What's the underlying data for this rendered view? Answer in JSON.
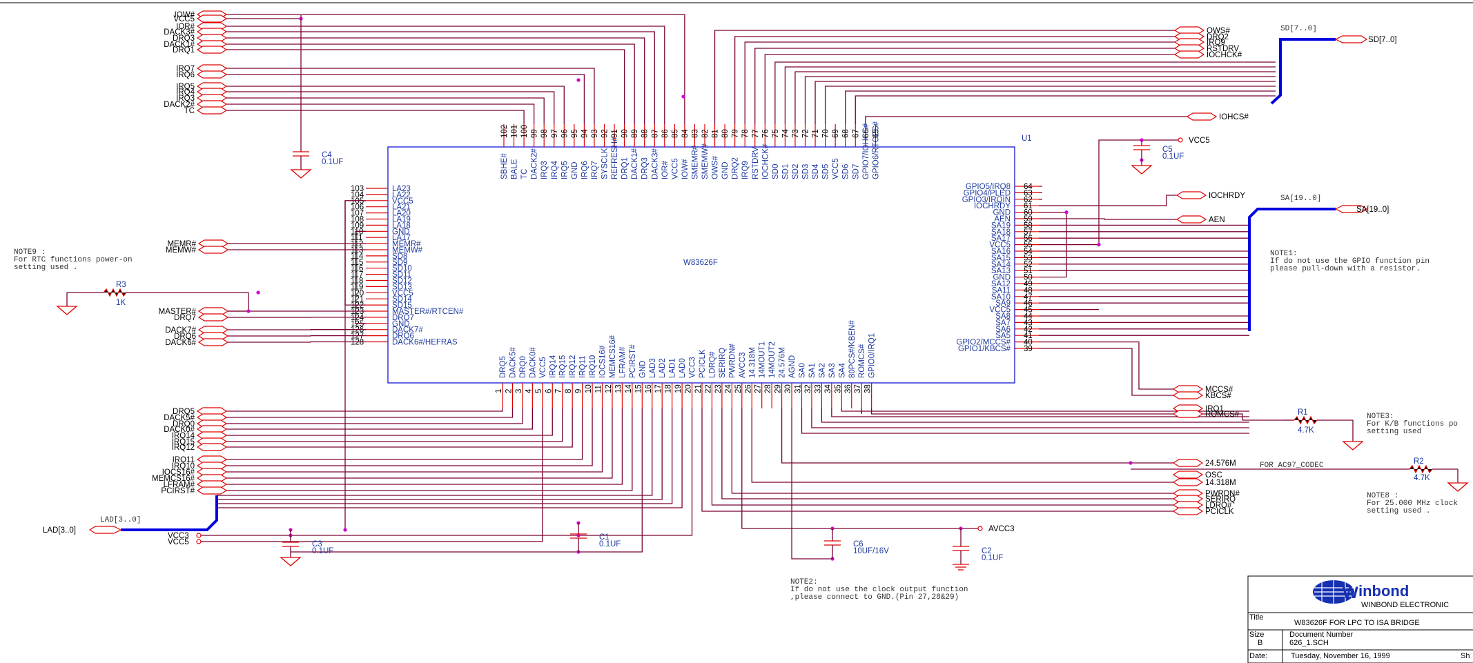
{
  "chip": {
    "ref": "U1",
    "name": "W83626F"
  },
  "left_ports": [
    "IOW#",
    "VCC5",
    "IOR#",
    "DACK3#",
    "DRQ3",
    "DACK1#",
    "DRQ1",
    "IRQ7",
    "IRQ6",
    "IRQ5",
    "IRQ4",
    "IRQ3",
    "DACK2#",
    "TC"
  ],
  "mid_left_ports": [
    "MEMR#",
    "MEMW#",
    "MASTER#",
    "DRQ7",
    "DACK7#",
    "DRQ6",
    "DACK6#"
  ],
  "lower_left_ports": [
    "DRQ5",
    "DACK5#",
    "DRQ0",
    "DACK0#",
    "IRQ14",
    "IRQ15",
    "IRQ12",
    "IRQ11",
    "IRQ10",
    "IOCS16#",
    "MEMCS16#",
    "LFRAM#",
    "PCIRST#"
  ],
  "bottom_left": {
    "bus": "LAD[3..0]",
    "bus_tag": "LAD[3..0]",
    "vcc3": "VCC3",
    "vcc5": "VCC5"
  },
  "right_top_ports": [
    "OWS#",
    "DRQ2",
    "IRQ9",
    "RSTDRV",
    "IOCHCK#"
  ],
  "right_other_ports": {
    "iohcs": "IOHCS#",
    "iochrdy": "IOCHRDY",
    "aen": "AEN",
    "sd_bus": "SD[7..0]",
    "sd_tag": "SD[7..0]",
    "sa_bus": "SA[19..0]",
    "sa_tag": "SA[19..0]",
    "vcc5": "VCC5",
    "avcc3": "AVCC3"
  },
  "right_lower_ports": [
    "MCCS#",
    "KBCS#",
    "IRQ1",
    "ROMCS#",
    "24.576M",
    "OSC",
    "14.318M",
    "PWRDN#",
    "SERIRQ",
    "LDRQ#",
    "PCICLK"
  ],
  "codec_label": "FOR AC97_CODEC",
  "left_pins": [
    {
      "n": "103",
      "s": "LA23"
    },
    {
      "n": "104",
      "s": "LA22"
    },
    {
      "n": "105",
      "s": "VCC5"
    },
    {
      "n": "106",
      "s": "LA21"
    },
    {
      "n": "107",
      "s": "LA20"
    },
    {
      "n": "108",
      "s": "LA19"
    },
    {
      "n": "109",
      "s": "LA18"
    },
    {
      "n": "110",
      "s": "GND"
    },
    {
      "n": "111",
      "s": "LA17"
    },
    {
      "n": "112",
      "s": "MEMR#"
    },
    {
      "n": "113",
      "s": "MEMW#"
    },
    {
      "n": "114",
      "s": "SD8"
    },
    {
      "n": "115",
      "s": "SD9"
    },
    {
      "n": "116",
      "s": "SD10"
    },
    {
      "n": "117",
      "s": "SD11"
    },
    {
      "n": "118",
      "s": "SD12"
    },
    {
      "n": "119",
      "s": "SD13"
    },
    {
      "n": "120",
      "s": "VCC5"
    },
    {
      "n": "121",
      "s": "SD14"
    },
    {
      "n": "122",
      "s": "SD15"
    },
    {
      "n": "123",
      "s": "MASTER#/RTCEN#"
    },
    {
      "n": "124",
      "s": "DRQ7"
    },
    {
      "n": "125",
      "s": "GND"
    },
    {
      "n": "126",
      "s": "DACK7#"
    },
    {
      "n": "127",
      "s": "DRQ6"
    },
    {
      "n": "128",
      "s": "DACK6#/HEFRAS"
    }
  ],
  "right_pins": [
    {
      "n": "64",
      "s": "GPIO5/IRQ8"
    },
    {
      "n": "63",
      "s": "GPIO4/PLED"
    },
    {
      "n": "62",
      "s": "GPIO3/IRQIN"
    },
    {
      "n": "61",
      "s": "IOCHRDY"
    },
    {
      "n": "60",
      "s": "GND"
    },
    {
      "n": "59",
      "s": "AEN"
    },
    {
      "n": "58",
      "s": "SA19"
    },
    {
      "n": "57",
      "s": "SA18"
    },
    {
      "n": "56",
      "s": "SA17"
    },
    {
      "n": "55",
      "s": "VCC5"
    },
    {
      "n": "54",
      "s": "SA16"
    },
    {
      "n": "53",
      "s": "SA15"
    },
    {
      "n": "52",
      "s": "SA14"
    },
    {
      "n": "51",
      "s": "SA13"
    },
    {
      "n": "50",
      "s": "GND"
    },
    {
      "n": "49",
      "s": "SA12"
    },
    {
      "n": "48",
      "s": "SA11"
    },
    {
      "n": "47",
      "s": "SA10"
    },
    {
      "n": "46",
      "s": "SA9"
    },
    {
      "n": "45",
      "s": "VCC5"
    },
    {
      "n": "44",
      "s": "SA8"
    },
    {
      "n": "43",
      "s": "SA7"
    },
    {
      "n": "42",
      "s": "SA6"
    },
    {
      "n": "41",
      "s": "SA5"
    },
    {
      "n": "40",
      "s": "GPIO2/MCCS#"
    },
    {
      "n": "39",
      "s": "GPIO1/KBCS#"
    }
  ],
  "top_pins": [
    {
      "n": "102",
      "s": "SBHE#"
    },
    {
      "n": "101",
      "s": "BALE"
    },
    {
      "n": "100",
      "s": "TC"
    },
    {
      "n": "99",
      "s": "DACK2#"
    },
    {
      "n": "98",
      "s": "IRQ3"
    },
    {
      "n": "97",
      "s": "IRQ4"
    },
    {
      "n": "96",
      "s": "IRQ5"
    },
    {
      "n": "95",
      "s": "GND"
    },
    {
      "n": "94",
      "s": "IRQ6"
    },
    {
      "n": "93",
      "s": "IRQ7"
    },
    {
      "n": "92",
      "s": "SYSCLK"
    },
    {
      "n": "91",
      "s": "REFRESH#"
    },
    {
      "n": "90",
      "s": "DRQ1"
    },
    {
      "n": "89",
      "s": "DACK1#"
    },
    {
      "n": "88",
      "s": "DRQ3"
    },
    {
      "n": "87",
      "s": "DACK3#"
    },
    {
      "n": "86",
      "s": "IOR#"
    },
    {
      "n": "85",
      "s": "VCC5"
    },
    {
      "n": "84",
      "s": "IOW#"
    },
    {
      "n": "83",
      "s": "SMEMR#"
    },
    {
      "n": "82",
      "s": "SMEMW#"
    },
    {
      "n": "81",
      "s": "OWS#"
    },
    {
      "n": "80",
      "s": "GND"
    },
    {
      "n": "79",
      "s": "DRQ2"
    },
    {
      "n": "78",
      "s": "IRQ9"
    },
    {
      "n": "77",
      "s": "RSTDRV"
    },
    {
      "n": "76",
      "s": "IOCHCK#"
    },
    {
      "n": "75",
      "s": "SD0"
    },
    {
      "n": "74",
      "s": "SD1"
    },
    {
      "n": "73",
      "s": "SD2"
    },
    {
      "n": "72",
      "s": "SD3"
    },
    {
      "n": "71",
      "s": "SD4"
    },
    {
      "n": "70",
      "s": "SD5"
    },
    {
      "n": "69",
      "s": "VCC5"
    },
    {
      "n": "68",
      "s": "SD6"
    },
    {
      "n": "67",
      "s": "SD7"
    },
    {
      "n": "66",
      "s": "GPIO7/IOHCS#"
    },
    {
      "n": "65",
      "s": "GPIO6/RTCCS#"
    }
  ],
  "bottom_pins": [
    {
      "n": "1",
      "s": "DRQ5"
    },
    {
      "n": "2",
      "s": "DACK5#"
    },
    {
      "n": "3",
      "s": "DRQ0"
    },
    {
      "n": "4",
      "s": "DACK0#"
    },
    {
      "n": "5",
      "s": "VCC5"
    },
    {
      "n": "6",
      "s": "IRQ14"
    },
    {
      "n": "7",
      "s": "IRQ15"
    },
    {
      "n": "8",
      "s": "IRQ12"
    },
    {
      "n": "9",
      "s": "IRQ11"
    },
    {
      "n": "10",
      "s": "IRQ10"
    },
    {
      "n": "11",
      "s": "IOCS16#"
    },
    {
      "n": "12",
      "s": "MEMCS16#"
    },
    {
      "n": "13",
      "s": "LFRAM#"
    },
    {
      "n": "14",
      "s": "PCIRST#"
    },
    {
      "n": "15",
      "s": "GND"
    },
    {
      "n": "16",
      "s": "LAD3"
    },
    {
      "n": "17",
      "s": "LAD2"
    },
    {
      "n": "18",
      "s": "LAD1"
    },
    {
      "n": "19",
      "s": "LAD0"
    },
    {
      "n": "20",
      "s": "VCC3"
    },
    {
      "n": "21",
      "s": "PCICLK"
    },
    {
      "n": "22",
      "s": "LDRQ#"
    },
    {
      "n": "23",
      "s": "SERIRQ"
    },
    {
      "n": "24",
      "s": "PWRDN#"
    },
    {
      "n": "25",
      "s": "AVCC3"
    },
    {
      "n": "26",
      "s": "14.318M"
    },
    {
      "n": "27",
      "s": "14MOUT1"
    },
    {
      "n": "28",
      "s": "14MOUT2"
    },
    {
      "n": "29",
      "s": "24.576M"
    },
    {
      "n": "30",
      "s": "AGND"
    },
    {
      "n": "31",
      "s": "SA0"
    },
    {
      "n": "32",
      "s": "SA1"
    },
    {
      "n": "33",
      "s": "SA2"
    },
    {
      "n": "34",
      "s": "SA3"
    },
    {
      "n": "35",
      "s": "SA4"
    },
    {
      "n": "36",
      "s": "80PCS#/KBEN#"
    },
    {
      "n": "37",
      "s": "ROMCS#"
    },
    {
      "n": "38",
      "s": "GPIO0/IRQ1"
    }
  ],
  "components": {
    "c4": {
      "ref": "C4",
      "val": "0.1UF"
    },
    "c5": {
      "ref": "C5",
      "val": "0.1UF"
    },
    "c3": {
      "ref": "C3",
      "val": "0.1UF"
    },
    "c1": {
      "ref": "C1",
      "val": "0.1UF"
    },
    "c6": {
      "ref": "C6",
      "val": "10UF/16V"
    },
    "c2": {
      "ref": "C2",
      "val": "0.1UF"
    },
    "r1": {
      "ref": "R1",
      "val": "4.7K"
    },
    "r2": {
      "ref": "R2",
      "val": "4.7K"
    },
    "r3": {
      "ref": "R3",
      "val": "1K"
    }
  },
  "notes": {
    "note9": [
      "NOTE9 :",
      "For RTC functions power-on",
      "setting used ."
    ],
    "note1": [
      "NOTE1:",
      "If do not use the GPIO function pin",
      "please pull-down with a resistor."
    ],
    "note3": [
      "NOTE3:",
      "For K/B functions po",
      "setting used"
    ],
    "note8": [
      "NOTE8 :",
      "For 25.000 MHz clock",
      "setting used ."
    ],
    "note2": [
      "NOTE2:",
      "If do not use the clock output function",
      ",please connect to GND.(Pin 27,28&29)"
    ]
  },
  "title_block": {
    "logo": "inbond",
    "logo_sub": "WINBOND ELECTRONIC",
    "title_label": "Title",
    "title": "W83626F FOR LPC TO ISA BRIDGE",
    "size_label": "Size",
    "size": "B",
    "docnum_label": "Document Number",
    "docnum": "626_1.SCH",
    "date_label": "Date:",
    "date": "Tuesday, November 16, 1999",
    "sheet_label": "Sh"
  },
  "colors": {
    "wire": "#7a0033",
    "bus": "#0000e0",
    "port": "#e00000",
    "pin_text": "#1f3aa0",
    "junction": "#d000d0"
  }
}
